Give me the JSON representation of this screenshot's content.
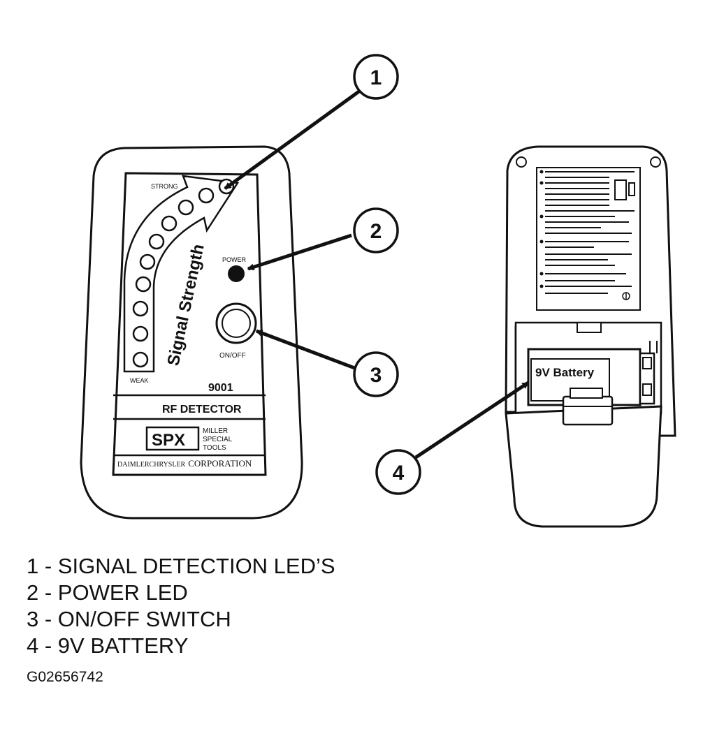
{
  "device_front": {
    "strong_label": "STRONG",
    "weak_label": "WEAK",
    "arrow_text": "Signal Strength",
    "power_label": "POWER",
    "onoff_label": "ON/OFF",
    "model": "9001",
    "product_name": "RF DETECTOR",
    "brand": "SPX",
    "brand_lines": [
      "MILLER",
      "SPECIAL",
      "TOOLS"
    ],
    "maker_small": "DAIMLERCHRYSLER",
    "maker_large": "CORPORATION"
  },
  "device_back": {
    "battery_label": "9V Battery"
  },
  "callouts": [
    "1",
    "2",
    "3",
    "4"
  ],
  "legend": [
    "1 - SIGNAL DETECTION LED’S",
    "2 - POWER LED",
    "3 - ON/OFF SWITCH",
    "4 - 9V BATTERY"
  ],
  "figure_id": "G02656742"
}
